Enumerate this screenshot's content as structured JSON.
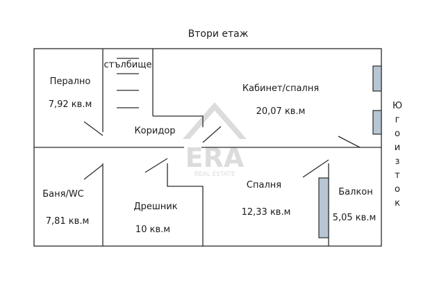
{
  "floor_title": "Втори етаж",
  "orientation_label": [
    "Ю",
    "г",
    "о",
    "и",
    "з",
    "т",
    "о",
    "к"
  ],
  "rooms": {
    "laundry": {
      "name": "Перално",
      "area": "7,92 кв.м"
    },
    "column": {
      "name": "стълбище"
    },
    "corridor": {
      "name": "Коридор"
    },
    "office_bedroom": {
      "name": "Кабинет/спалня",
      "area": "20,07 кв.м"
    },
    "bathroom": {
      "name": "Баня/WC",
      "area": "7,81 кв.м"
    },
    "closet": {
      "name": "Дрешник",
      "area": "10 кв.м"
    },
    "bedroom": {
      "name": "Спалня",
      "area": "12,33 кв.м"
    },
    "balcony": {
      "name": "Балкон",
      "area": "5,05 кв.м"
    }
  },
  "watermark": {
    "brand": "ERA",
    "tagline": "REAL ESTATE"
  },
  "colors": {
    "walls": "#2a2a2a",
    "windows": "#b7c6d2",
    "watermark": "#dcdcdc"
  }
}
